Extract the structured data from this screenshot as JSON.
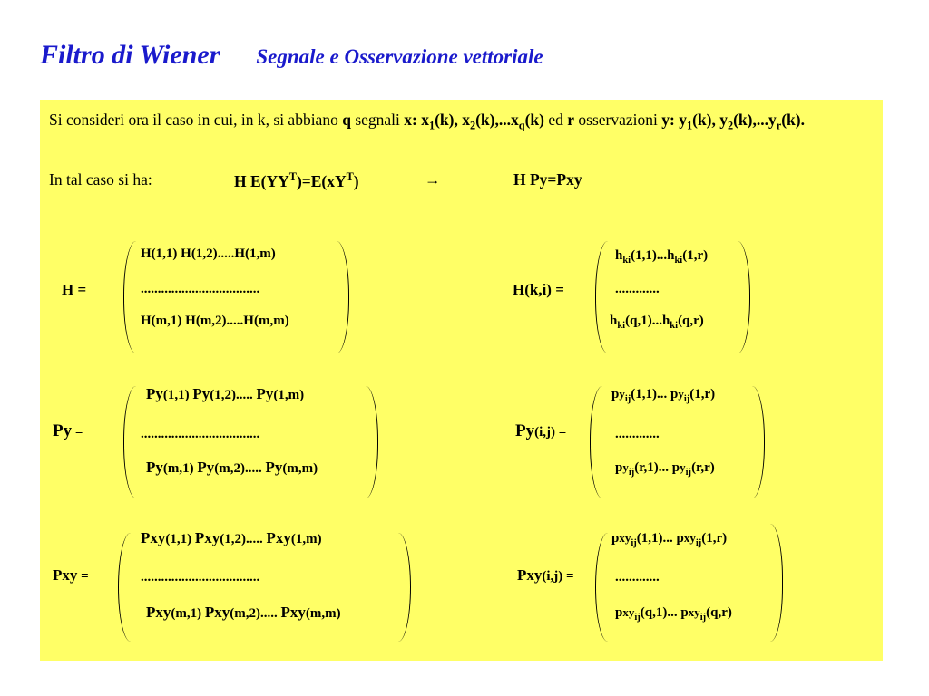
{
  "slide": {
    "title": "Filtro di Wiener",
    "subtitle": "Segnale e Osservazione vettoriale"
  },
  "intro": {
    "t1": "Si consideri ora il caso in cui, in k, si abbiano ",
    "q": "q",
    "t2": " segnali ",
    "x_start": "x: x",
    "s1": "1",
    "x_mid1": "(k), x",
    "s2": "2",
    "x_mid2": "(k),...x",
    "sq": "q",
    "x_end": "(k)",
    "t3": " ed ",
    "r": "r",
    "t4": " osservazioni ",
    "y_start": "y: y",
    "y_s1": "1",
    "y_mid1": "(k), y",
    "y_s2": "2",
    "y_mid2": "(k),...y",
    "y_sr": "r",
    "y_end": "(k)."
  },
  "equation": {
    "lead": "In tal caso si ha:",
    "left_a": "H E(YY",
    "sup1": "T",
    "left_b": ")=E(xY",
    "sup2": "T",
    "left_c": ")",
    "arrow": "→",
    "right": "H Py=Pxy"
  },
  "H": {
    "label": "H =",
    "row1": "H(1,1) H(1,2).....H(1,m)",
    "row2": "...................................",
    "row3": "H(m,1) H(m,2).....H(m,m)"
  },
  "Hki": {
    "label": "H(k,i) =",
    "h": "h",
    "sub": "ki",
    "r1a": "(1,1)...",
    "r1b": "(1,r)",
    "row2": ".............",
    "r3a": "(q,1)...",
    "r3b": "(q,r)"
  },
  "Py": {
    "label_big": "Py",
    "label_small": " =",
    "big": "Py",
    "r1a": "(1,1) ",
    "r1b": "(1,2)..... ",
    "r1c": "(1,m)",
    "row2": "...................................",
    "r3a": "(m,1) ",
    "r3b": "(m,2)..... ",
    "r3c": "(m,m)"
  },
  "Pyij": {
    "label_big": "Py",
    "label_small": "(i,j) =",
    "p": "p",
    "y": "y",
    "sub": "ij",
    "r1a": "(1,1)... ",
    "r1b": "(1,r)",
    "row2": ".............",
    "r3a": "(r,1)... ",
    "r3b": "(r,r)"
  },
  "Pxy": {
    "label_big": "Pxy",
    "label_small": " =",
    "big": "Pxy",
    "r1a": "(1,1) ",
    "r1b": "(1,2)..... ",
    "r1c": "(1,m)",
    "row2": "...................................",
    "r3a": "(m,1) ",
    "r3b": "(m,2)..... ",
    "r3c": "(m,m)"
  },
  "Pxyij": {
    "label_big": "Pxy",
    "label_small": "(i,j) =",
    "p": "p",
    "xy": "xy",
    "sub": "ij",
    "r1a": "(1,1)... ",
    "r1b": "(1,r)",
    "row2": ".............",
    "r3a": "(q,1)... ",
    "r3b": "(q,r)"
  }
}
